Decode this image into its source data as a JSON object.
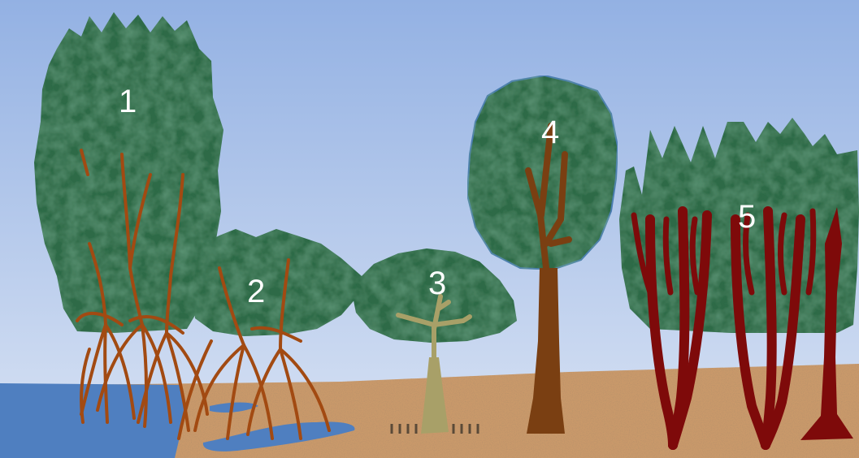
{
  "colors": {
    "sky_top": "#93b1e3",
    "sky_bottom": "#d9e3f4",
    "soil": "#c9996b",
    "soil_dark": "#8a5a35",
    "water": "#4f7fc0",
    "foliage": "#2f6a47",
    "foliage_dark": "#1d4a30",
    "foliage_light": "#5f9a77",
    "prop_root": "#a24a12",
    "trunk_tan": "#a8a068",
    "trunk_brown": "#7a3f12",
    "trunk_red": "#7e0a0a"
  },
  "labels": [
    {
      "id": "1",
      "text": "1"
    },
    {
      "id": "2",
      "text": "2"
    },
    {
      "id": "3",
      "text": "3"
    },
    {
      "id": "4",
      "text": "4"
    },
    {
      "id": "5",
      "text": "5"
    }
  ]
}
